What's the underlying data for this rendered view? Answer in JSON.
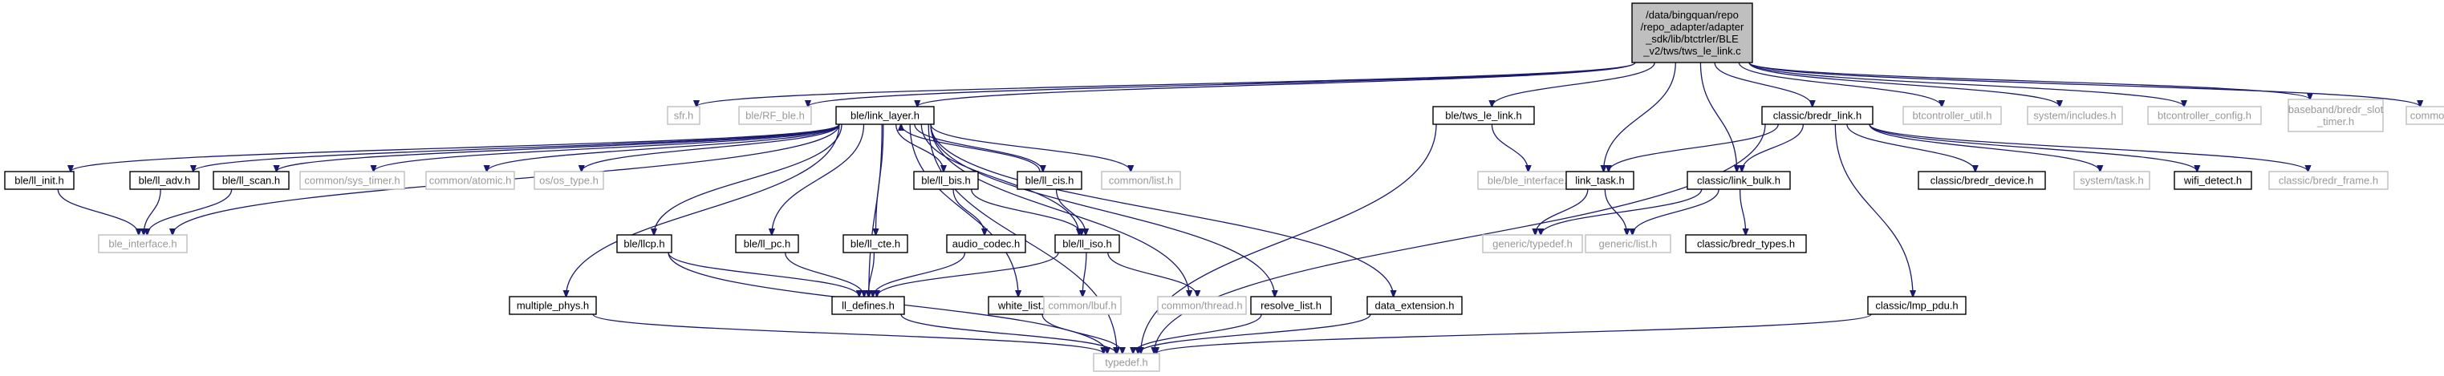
{
  "root": "/data/bingquan/repo\n/repo_adapter/adapter\n_sdk/lib/btctrler/BLE\n_v2/tws/tws_le_link.c",
  "nodes": [
    {
      "id": "sfr",
      "label": "sfr.h",
      "documented": false
    },
    {
      "id": "rf_ble",
      "label": "ble/RF_ble.h",
      "documented": false
    },
    {
      "id": "link_layer",
      "label": "ble/link_layer.h",
      "documented": true
    },
    {
      "id": "tws_le_link",
      "label": "ble/tws_le_link.h",
      "documented": true
    },
    {
      "id": "bredr_link",
      "label": "classic/bredr_link.h",
      "documented": true
    },
    {
      "id": "btcontroller_util",
      "label": "btcontroller_util.h",
      "documented": false
    },
    {
      "id": "system_includes",
      "label": "system/includes.h",
      "documented": false
    },
    {
      "id": "btcontroller_config",
      "label": "btcontroller_config.h",
      "documented": false
    },
    {
      "id": "bredr_slot_timer",
      "label": "baseband/bredr_slot\n_timer.h",
      "documented": false
    },
    {
      "id": "common_debug",
      "label": "common/debug.h",
      "documented": false
    },
    {
      "id": "ll_init",
      "label": "ble/ll_init.h",
      "documented": true
    },
    {
      "id": "ll_adv",
      "label": "ble/ll_adv.h",
      "documented": true
    },
    {
      "id": "ll_scan",
      "label": "ble/ll_scan.h",
      "documented": true
    },
    {
      "id": "sys_timer",
      "label": "common/sys_timer.h",
      "documented": false
    },
    {
      "id": "atomic",
      "label": "common/atomic.h",
      "documented": false
    },
    {
      "id": "os_type",
      "label": "os/os_type.h",
      "documented": false
    },
    {
      "id": "ll_bis",
      "label": "ble/ll_bis.h",
      "documented": true
    },
    {
      "id": "ll_cis",
      "label": "ble/ll_cis.h",
      "documented": true
    },
    {
      "id": "common_list",
      "label": "common/list.h",
      "documented": false
    },
    {
      "id": "ble_ble_interface",
      "label": "ble/ble_interface.h",
      "documented": false
    },
    {
      "id": "link_task",
      "label": "link_task.h",
      "documented": true
    },
    {
      "id": "link_bulk",
      "label": "classic/link_bulk.h",
      "documented": true
    },
    {
      "id": "bredr_device",
      "label": "classic/bredr_device.h",
      "documented": true
    },
    {
      "id": "system_task",
      "label": "system/task.h",
      "documented": false
    },
    {
      "id": "wifi_detect",
      "label": "wifi_detect.h",
      "documented": true
    },
    {
      "id": "bredr_frame",
      "label": "classic/bredr_frame.h",
      "documented": false
    },
    {
      "id": "ble_interface",
      "label": "ble_interface.h",
      "documented": false
    },
    {
      "id": "llcp",
      "label": "ble/llcp.h",
      "documented": true
    },
    {
      "id": "ll_pc",
      "label": "ble/ll_pc.h",
      "documented": true
    },
    {
      "id": "ll_cte",
      "label": "ble/ll_cte.h",
      "documented": true
    },
    {
      "id": "audio_codec",
      "label": "audio_codec.h",
      "documented": true
    },
    {
      "id": "ll_iso",
      "label": "ble/ll_iso.h",
      "documented": true
    },
    {
      "id": "generic_typedef",
      "label": "generic/typedef.h",
      "documented": false
    },
    {
      "id": "generic_list",
      "label": "generic/list.h",
      "documented": false
    },
    {
      "id": "bredr_types",
      "label": "classic/bredr_types.h",
      "documented": true
    },
    {
      "id": "multiple_phys",
      "label": "multiple_phys.h",
      "documented": true
    },
    {
      "id": "ll_defines",
      "label": "ll_defines.h",
      "documented": true
    },
    {
      "id": "white_list",
      "label": "white_list.h",
      "documented": true
    },
    {
      "id": "lbuf",
      "label": "common/lbuf.h",
      "documented": false
    },
    {
      "id": "thread",
      "label": "common/thread.h",
      "documented": false
    },
    {
      "id": "resolve_list",
      "label": "resolve_list.h",
      "documented": true
    },
    {
      "id": "data_extension",
      "label": "data_extension.h",
      "documented": true
    },
    {
      "id": "lmp_pdu",
      "label": "classic/lmp_pdu.h",
      "documented": true
    },
    {
      "id": "typedef",
      "label": "typedef.h",
      "documented": false
    }
  ]
}
